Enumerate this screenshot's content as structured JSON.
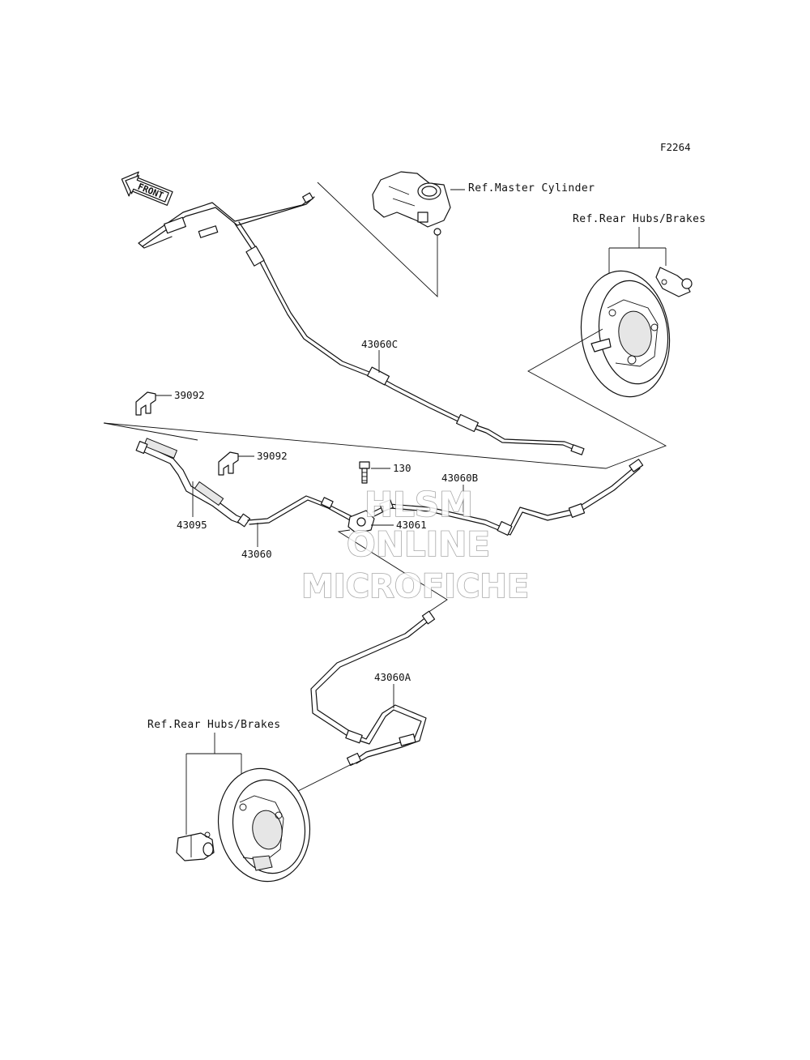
{
  "figure_code": "F2264",
  "front_arrow_label": "FRONT",
  "references": {
    "master_cylinder": "Ref.Master Cylinder",
    "rear_hubs_brakes_right": "Ref.Rear Hubs/Brakes",
    "rear_hubs_brakes_left": "Ref.Rear Hubs/Brakes"
  },
  "parts": {
    "pipe_43060C": "43060C",
    "clip_39092_a": "39092",
    "clip_39092_b": "39092",
    "bolt_130": "130",
    "pipe_43060B": "43060B",
    "joint_43061": "43061",
    "hose_43095": "43095",
    "pipe_43060": "43060",
    "pipe_43060A": "43060A"
  },
  "watermark": {
    "line1": "HLSM",
    "line2": "ONLINE",
    "line3": "MICROFICHE"
  }
}
